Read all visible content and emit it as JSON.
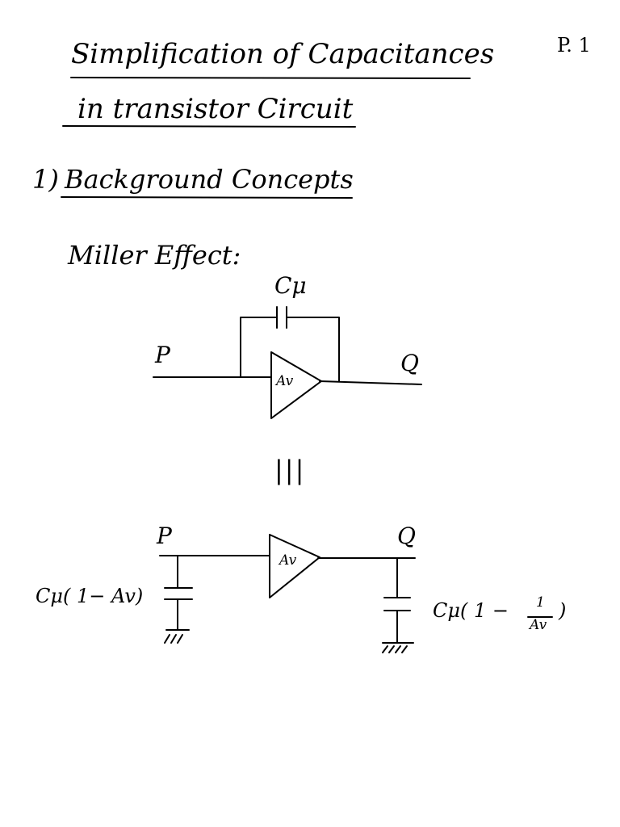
{
  "page_number": "P. 1",
  "title": {
    "line1": "Simplification of Capacitances",
    "line2": "in transistor Circuit"
  },
  "section": {
    "number": "1)",
    "heading": "Background Concepts"
  },
  "subheading": "Miller Effect:",
  "diagram_top": {
    "capacitor_label": "Cμ",
    "input_node": "P",
    "output_node": "Q",
    "amp_label": "Av"
  },
  "equivalence_symbol": "|||",
  "diagram_bottom": {
    "input_node": "P",
    "output_node": "Q",
    "amp_label": "Av",
    "input_cap_label": "Cμ( 1− Av)",
    "output_cap_prefix": "Cμ( 1 −",
    "output_cap_fraction_num": "1",
    "output_cap_fraction_den": "Av",
    "output_cap_suffix": ")"
  }
}
